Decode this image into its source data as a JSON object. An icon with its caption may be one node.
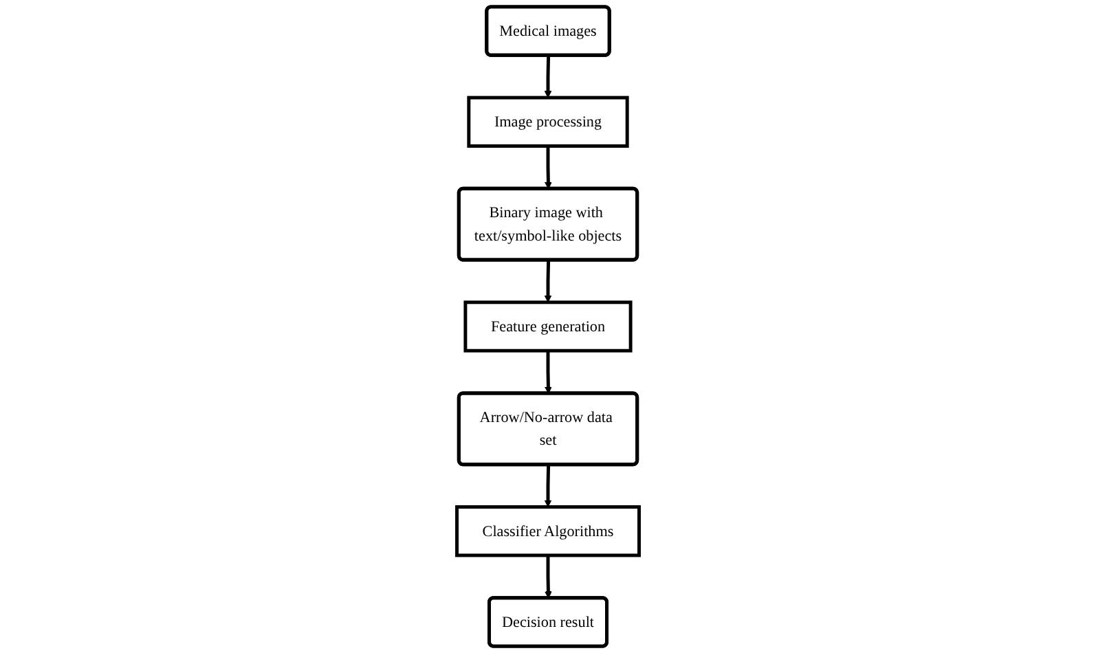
{
  "diagram": {
    "nodes": [
      {
        "text": [
          "Medical images"
        ]
      },
      {
        "text": [
          "Image processing"
        ]
      },
      {
        "text": [
          "Binary image with text/symbol-like objects"
        ]
      },
      {
        "text": [
          "Feature generation"
        ]
      },
      {
        "text": [
          "Arrow/No-arrow data set"
        ]
      },
      {
        "text": [
          "Classifier Algorithms"
        ]
      },
      {
        "text": [
          "Decision result"
        ]
      }
    ],
    "edges": [
      {
        "from": 0,
        "to": 1,
        "arrow": "to"
      },
      {
        "from": 1,
        "to": 2,
        "arrow": "to"
      },
      {
        "from": 2,
        "to": 3,
        "arrow": "to"
      },
      {
        "from": 3,
        "to": 4,
        "arrow": "to"
      },
      {
        "from": 4,
        "to": 5,
        "arrow": "to"
      },
      {
        "from": 5,
        "to": 6,
        "arrow": "to"
      }
    ]
  }
}
